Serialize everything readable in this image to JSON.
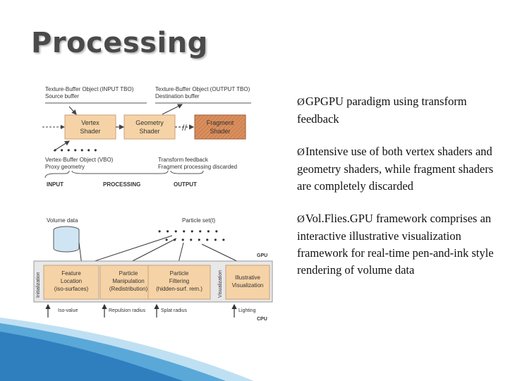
{
  "slide": {
    "title": "Processing",
    "bullet_marker": "Ø",
    "bullets": [
      "GPGPU paradigm using transform feedback",
      "Intensive use of both vertex shaders and geometry shaders, while fragment shaders are completely discarded",
      "Vol.Flies.GPU framework comprises an interactive illustrative visualization framework for real-time pen-and-ink style rendering of volume data"
    ]
  },
  "diagram_top": {
    "input_tbo": "Texture-Buffer Object (INPUT TBO)",
    "source_buffer": "Source buffer",
    "output_tbo": "Texture-Buffer Object (OUTPUT TBO)",
    "destination_buffer": "Destination buffer",
    "vertex_shader": [
      "Vertex",
      "Shader"
    ],
    "geometry_shader": [
      "Geometry",
      "Shader"
    ],
    "fragment_shader": [
      "Fragment",
      "Shader"
    ],
    "vbo": "Vertex-Buffer Object (VBO)",
    "proxy_geometry": "Proxy geometry",
    "transform_feedback": "Transform feedback",
    "fragment_discarded": "Fragment processing discarded",
    "input": "INPUT",
    "processing": "PROCESSING",
    "output": "OUTPUT"
  },
  "diagram_bottom": {
    "volume_data": "Volume data",
    "particle_set": "Particle set(t)",
    "gpu": "GPU",
    "cpu": "CPU",
    "initialization": "Initialization",
    "visualization": "Visualization",
    "feature_location": [
      "Feature",
      "Location",
      "(iso-surfaces)"
    ],
    "particle_manipulation": [
      "Particle",
      "Manipulation",
      "(Redistribution)"
    ],
    "particle_filtering": [
      "Particle",
      "Filtering",
      "(hidden-surf. rem.)"
    ],
    "illustrative": [
      "Illustrative",
      "Visualization"
    ],
    "iso_value": "Iso-value",
    "repulsion_radius": "Repulsion radius",
    "splat_radius": "Splat radius",
    "lighting": "Lighting"
  },
  "colors": {
    "box_fill": "#f6d3a6",
    "box_fill_dark": "#d98f5d",
    "title_color": "#4a4a4a",
    "wave_blue": "#2f7fbf"
  }
}
